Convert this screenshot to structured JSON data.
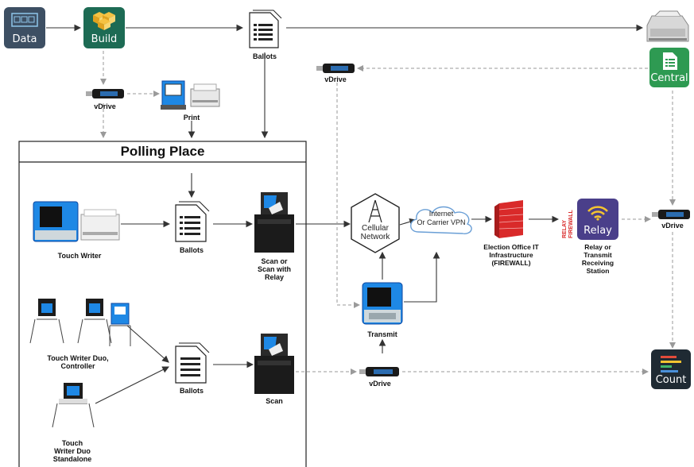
{
  "tiles": {
    "data": "Data",
    "build": "Build",
    "central": "Central",
    "relay": "Relay",
    "count": "Count"
  },
  "labels": {
    "ballots_top": "Ballots",
    "vdrive_build": "vDrive",
    "print": "Print",
    "vdrive_central": "vDrive",
    "polling_place": "Polling Place",
    "touch_writer": "Touch Writer",
    "ballots_mid": "Ballots",
    "scan_relay": "Scan or\nScan with\nRelay",
    "tw_duo_controller": "Touch Writer Duo,\nController",
    "ballots_low": "Ballots",
    "scan": "Scan",
    "tw_duo_standalone": "Touch\nWriter Duo\nStandalone",
    "cellular": "Cellular\nNetwork",
    "internet_vpn": "Internet\nOr Carrier VPN",
    "firewall_office": "Election Office IT\nInfrastructure\n(FIREWALL)",
    "relay_station": "Relay or\nTransmit\nReceiving\nStation",
    "relay_firewall_logo": "RELAY FIREWALL",
    "vdrive_right": "vDrive",
    "transmit": "Transmit",
    "vdrive_bottom": "vDrive"
  },
  "icons": {
    "usb": "usb-drive-icon",
    "ballot": "ballot-document-icon",
    "scanner": "ballot-scanner-icon",
    "printer": "printer-icon",
    "tablet": "touch-writer-tablet-icon",
    "firewall": "firewall-icon",
    "cell_tower": "cell-tower-icon",
    "cloud": "cloud-icon"
  },
  "colors": {
    "data_tile": "#3d4f63",
    "build_tile": "#1d6b54",
    "central_tile": "#2e9a52",
    "relay_tile": "#4a3f8a",
    "count_tile": "#1f2a33",
    "firewall": "#d92a2a",
    "arrow": "#333333",
    "dashed_arrow": "#9a9a9a",
    "cloud": "#6a9fd6"
  }
}
